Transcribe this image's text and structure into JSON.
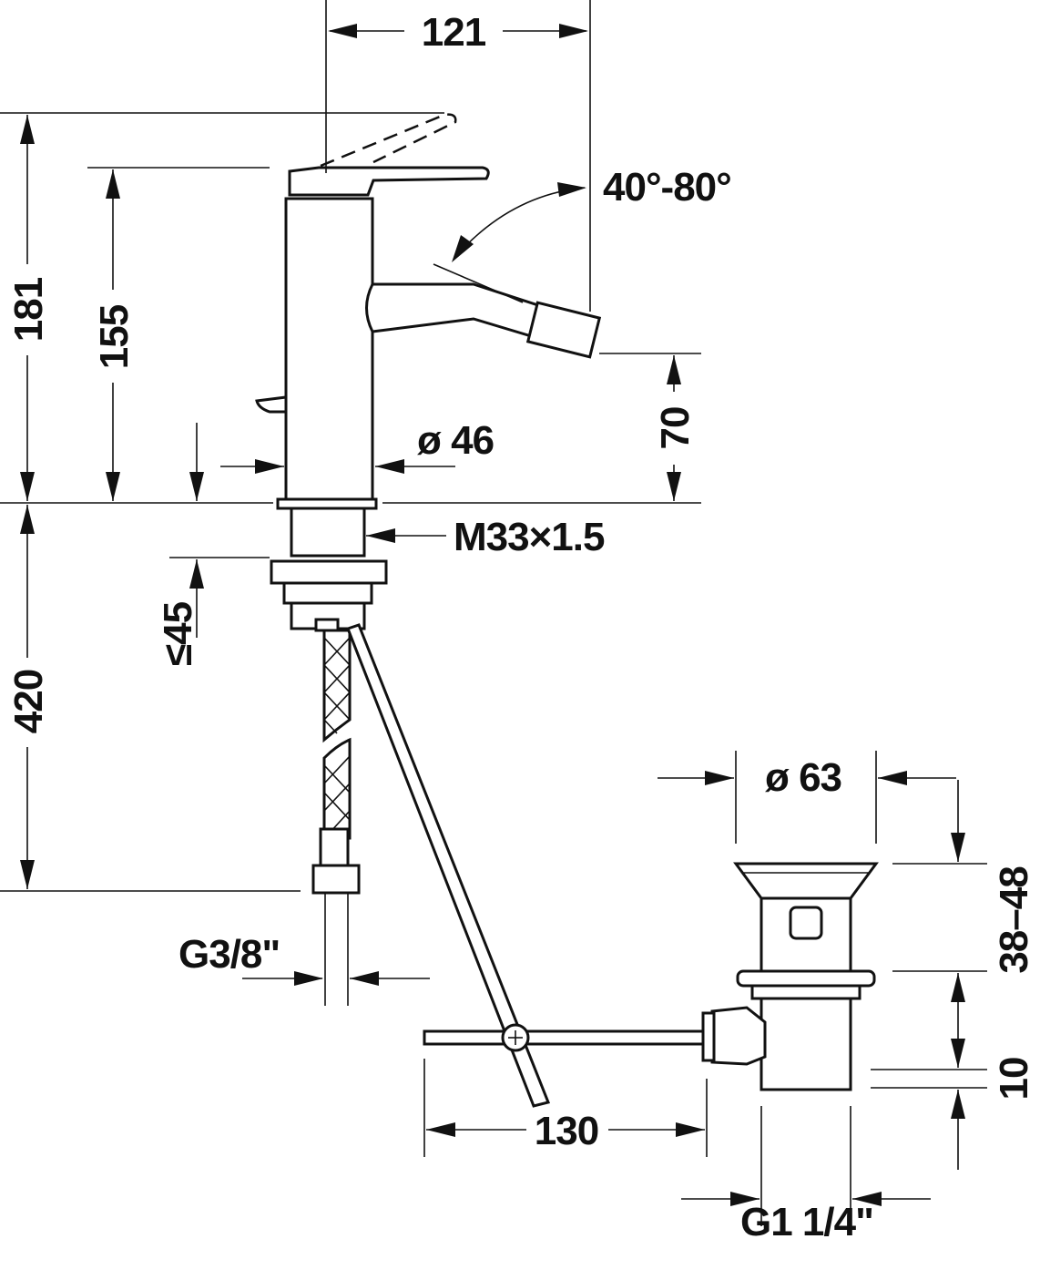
{
  "drawing": {
    "dimensions": {
      "spout_reach": "121",
      "total_height": "181",
      "lever_height": "155",
      "spout_angle": "40°-80°",
      "spout_height": "70",
      "body_diameter": "ø 46",
      "thread": "M33×1.5",
      "max_deck": "≤45",
      "hose_length": "420",
      "hose_connection": "G3/8\"",
      "waste_diameter": "ø 63",
      "waste_height": "38–48",
      "waste_offset": "10",
      "rod_length": "130",
      "waste_thread": "G1 1/4\""
    }
  }
}
